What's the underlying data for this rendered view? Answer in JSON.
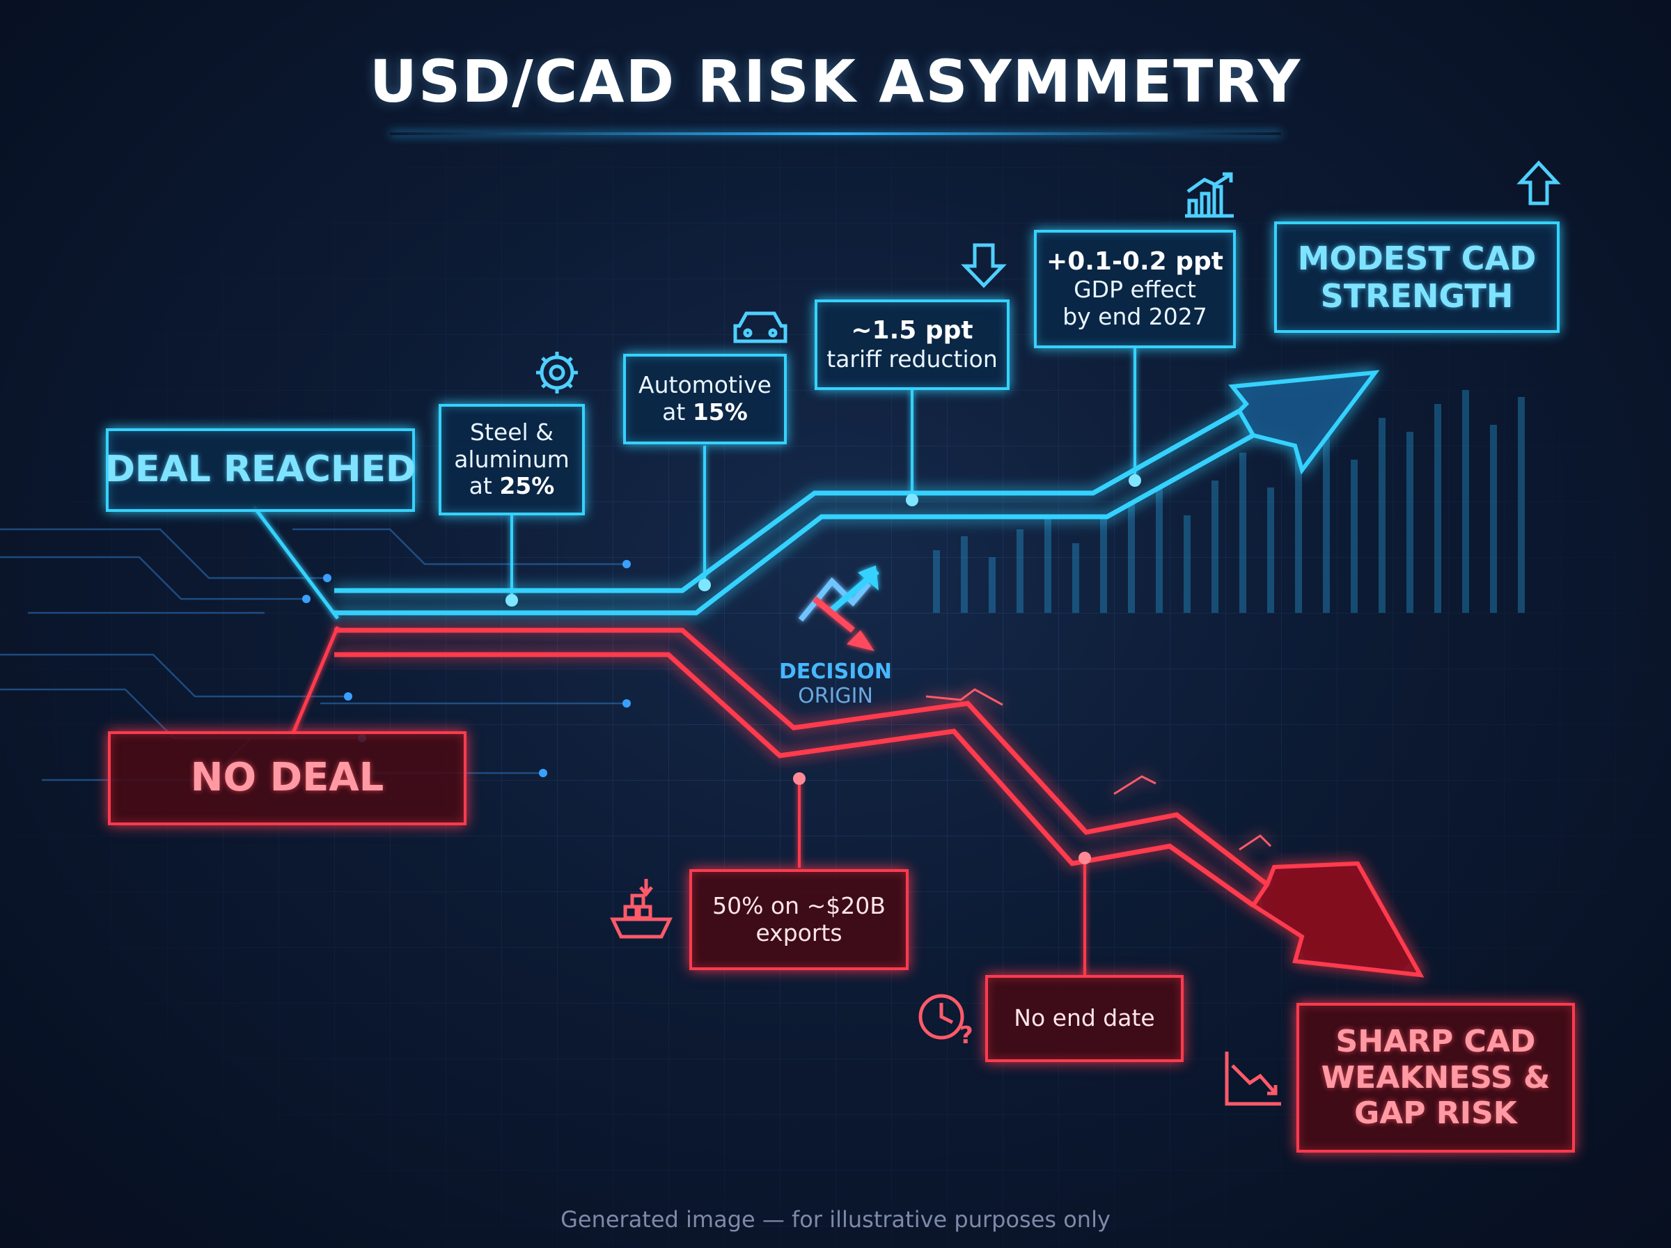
{
  "title": "USD/CAD RISK ASYMMETRY",
  "footer": "Generated image — for illustrative purposes only",
  "colors": {
    "upside": "#36d2ff",
    "downside": "#ff3b4e",
    "background": "#0a1428"
  },
  "decision": {
    "line1": "DECISION",
    "line2": "ORIGIN",
    "icon": "split-arrows-icon"
  },
  "deal": {
    "label": "DEAL REACHED",
    "outcome": {
      "line1": "MODEST CAD",
      "line2": "STRENGTH",
      "icon": "up-arrow-icon"
    },
    "callouts": [
      {
        "line1": "Steel &",
        "line2": "aluminum",
        "line3_prefix": "at ",
        "line3_bold": "25%",
        "icon": "gear-icon"
      },
      {
        "line1": "Automotive",
        "line2_prefix": "at ",
        "line2_bold": "15%",
        "icon": "car-icon"
      },
      {
        "line1_bold": "~1.5 ppt",
        "line2": "tariff reduction",
        "icon": "down-arrow-icon"
      },
      {
        "line1_bold": "+0.1-0.2 ppt",
        "line2": "GDP effect",
        "line3": "by end 2027",
        "icon": "bar-chart-up-icon"
      }
    ]
  },
  "no_deal": {
    "label": "NO DEAL",
    "outcome": {
      "line1": "SHARP CAD",
      "line2": "WEAKNESS &",
      "line3": "GAP RISK",
      "icon": "chart-down-icon"
    },
    "callouts": [
      {
        "line1": "50% on ~$20B",
        "line2": "exports",
        "icon": "cargo-ship-icon"
      },
      {
        "line1": "No end date",
        "icon": "clock-question-icon"
      }
    ]
  }
}
